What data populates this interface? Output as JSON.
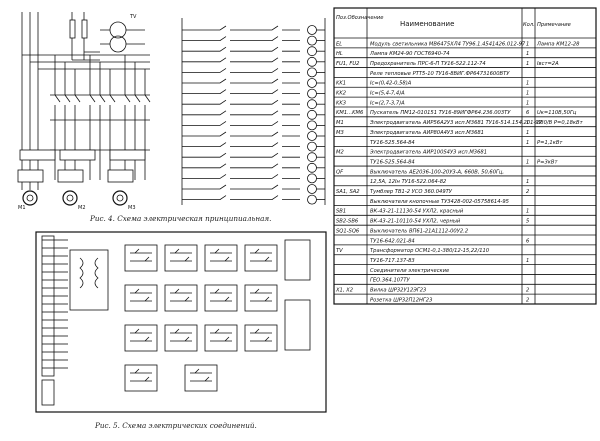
{
  "captions": {
    "fig4": "Рис. 4. Схема электрическая принципиальная.",
    "fig5": "Рис. 5. Схема электрических соединений."
  },
  "motors": [
    "М1",
    "М2",
    "М3"
  ],
  "transformer": "TV",
  "table": {
    "headers": {
      "pos": "Поз.Обозначение",
      "name": "Наименование",
      "qty": "Кол.",
      "note": "Примечание"
    },
    "rows": [
      {
        "pos": "EL",
        "name": "Модуль светильника MB6475XЛ4 ТУ96.1.4541426.012-97",
        "qty": "1",
        "note": "Лампа КМ12-28"
      },
      {
        "pos": "HL",
        "name": "Лампа КМ24-90 ГОСТ6940-74",
        "qty": "1",
        "note": ""
      },
      {
        "pos": "FU1, FU2",
        "name": "Предохранитель ПРС-6-П  ТУ16-522.112-74",
        "qty": "1",
        "note": "Iвст=2А"
      },
      {
        "pos": "",
        "name": "Реле тепловые РТТ5-10 ТУ16-8ВИГ.ФР64731600ВТУ",
        "qty": "",
        "note": ""
      },
      {
        "pos": "KK1",
        "name": "Iс=(0,42-0,58)А",
        "qty": "1",
        "note": ""
      },
      {
        "pos": "KK2",
        "name": "Iс=(5,4-7,4)А",
        "qty": "1",
        "note": ""
      },
      {
        "pos": "KK3",
        "name": "Iс=(2,7-3,7)А",
        "qty": "1",
        "note": ""
      },
      {
        "pos": "KM1...KM6",
        "name": "Пускатель ПМ12-010151 ТУ16-89ИГФР64.236.003ТУ",
        "qty": "6",
        "note": "Uк=110В,50Гц"
      },
      {
        "pos": "M1",
        "name": "Электродвигатель АИР56А2У3 исп.М3681 ТУ16-514.154.201-97",
        "qty": "1",
        "note": "380/В Р=0,18кВт"
      },
      {
        "pos": "M3",
        "name": "Электродвигатель АИР80А4У3 исп.М3681",
        "qty": "1",
        "note": ""
      },
      {
        "pos": "",
        "name": "ТУ16-525.564-84",
        "qty": "1",
        "note": "Р=1,1кВт"
      },
      {
        "pos": "M2",
        "name": "Электродвигатель АИР100S4У3 исп.М3681",
        "qty": "",
        "note": ""
      },
      {
        "pos": "",
        "name": "ТУ16-525.564-84",
        "qty": "1",
        "note": "Р=3кВт"
      },
      {
        "pos": "QF",
        "name": "Выключатель АЕ2036-100-20У3-А, 660В, 50,60Гц,",
        "qty": "",
        "note": ""
      },
      {
        "pos": "",
        "name": "12,5А, 12Iн ТУ16-522.064-82",
        "qty": "1",
        "note": ""
      },
      {
        "pos": "SA1, SA2",
        "name": "Тумблер ТВ1-2 УСО 360.049ТУ",
        "qty": "2",
        "note": ""
      },
      {
        "pos": "",
        "name": "Выключатели кнопочные ТУ3428-002-05758614-95",
        "qty": "",
        "note": ""
      },
      {
        "pos": "SB1",
        "name": "ВК-43-21-11130-54 УХЛ2, красный",
        "qty": "1",
        "note": ""
      },
      {
        "pos": "SB2-SB6",
        "name": "ВК-43-21-10110-54 УХЛ2, черный",
        "qty": "5",
        "note": ""
      },
      {
        "pos": "SQ1-SQ6",
        "name": "Выключатель ВП61-21А1112-00У2.2",
        "qty": "",
        "note": ""
      },
      {
        "pos": "",
        "name": "ТУ16-642.021-84",
        "qty": "6",
        "note": ""
      },
      {
        "pos": "TV",
        "name": "Трансформатор ОСМ1-0,1-380/12-15,22/110",
        "qty": "",
        "note": ""
      },
      {
        "pos": "",
        "name": "ТУ16-717.137-83",
        "qty": "1",
        "note": ""
      },
      {
        "pos": "",
        "name": "Соединители электрические",
        "qty": "",
        "note": ""
      },
      {
        "pos": "",
        "name": "ГЕО.364.107ТУ",
        "qty": "",
        "note": ""
      },
      {
        "pos": "X1, X2",
        "name": "Вилка ШР32У12ЭГ23",
        "qty": "2",
        "note": ""
      },
      {
        "pos": "",
        "name": "Розетка ШР32П12НГ23",
        "qty": "2",
        "note": ""
      }
    ]
  }
}
